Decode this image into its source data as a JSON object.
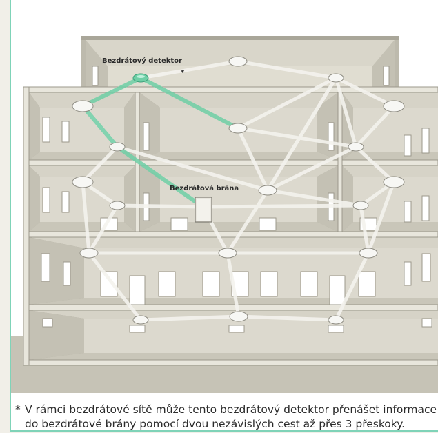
{
  "labels": {
    "detector": "Bezdrátový detektor",
    "detector_marker": "*",
    "gateway": "Bezdrátová brána"
  },
  "footnote": {
    "marker": "*",
    "line1": "V rámci bezdrátové sítě může tento bezdrátový detektor přenášet informace",
    "line2": "do bezdrátové brány pomocí dvou nezávislých cest až přes 3 přeskoky."
  },
  "colors": {
    "highlight": "#6fcfa6",
    "frame": "#7fd3b8",
    "building": "#cfccbf",
    "link": "#f4f3ee"
  }
}
